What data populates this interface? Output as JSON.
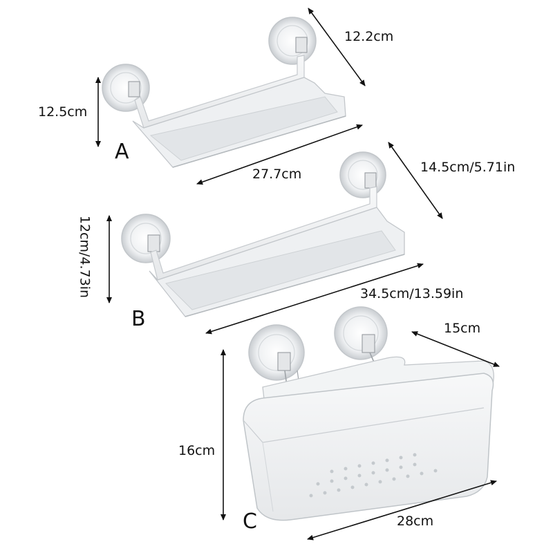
{
  "products": [
    {
      "label": "A",
      "height": "12.5cm",
      "length": "27.7cm",
      "depth": "12.2cm"
    },
    {
      "label": "B",
      "height": "12cm/4.73in",
      "length": "34.5cm/13.59in",
      "depth": "14.5cm/5.71in"
    },
    {
      "label": "C",
      "height": "16cm",
      "length": "28cm",
      "depth": "15cm"
    }
  ],
  "colors": {
    "line": "#111111",
    "plastic": "#cfd3d6",
    "plastic_fill": "#f4f5f6"
  }
}
